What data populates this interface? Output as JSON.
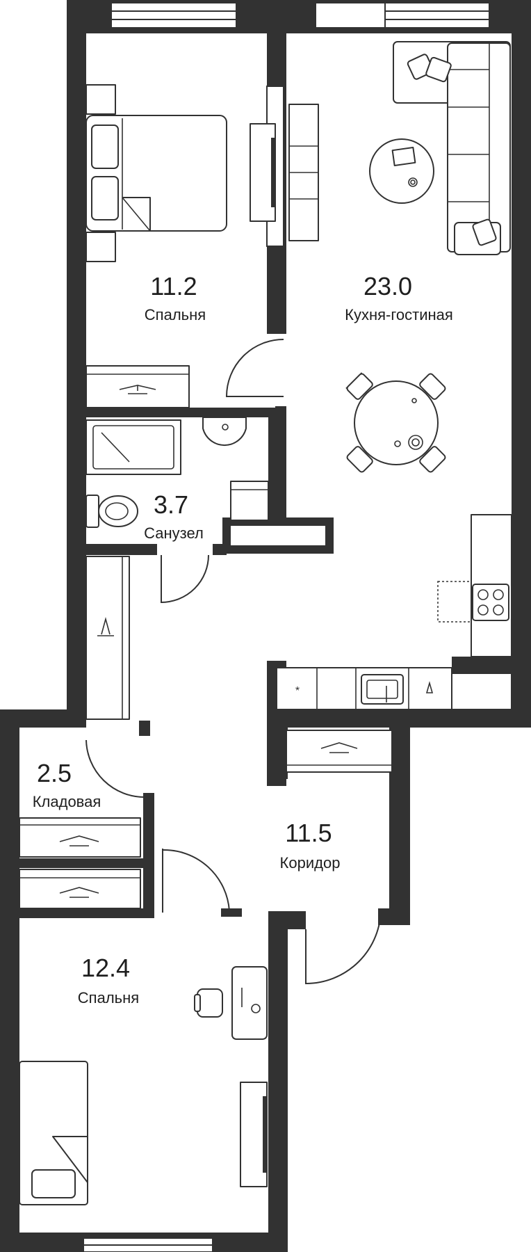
{
  "rooms": [
    {
      "id": "bedroom1",
      "area": "11.2",
      "name": "Спальня"
    },
    {
      "id": "kitchen_living",
      "area": "23.0",
      "name": "Кухня-гостиная"
    },
    {
      "id": "bathroom",
      "area": "3.7",
      "name": "Санузел"
    },
    {
      "id": "storage",
      "area": "2.5",
      "name": "Кладовая"
    },
    {
      "id": "corridor",
      "area": "11.5",
      "name": "Коридор"
    },
    {
      "id": "bedroom2",
      "area": "12.4",
      "name": "Спальня"
    }
  ],
  "colors": {
    "wall": "#323232",
    "background": "#ffffff",
    "text": "#1e1e1e"
  }
}
